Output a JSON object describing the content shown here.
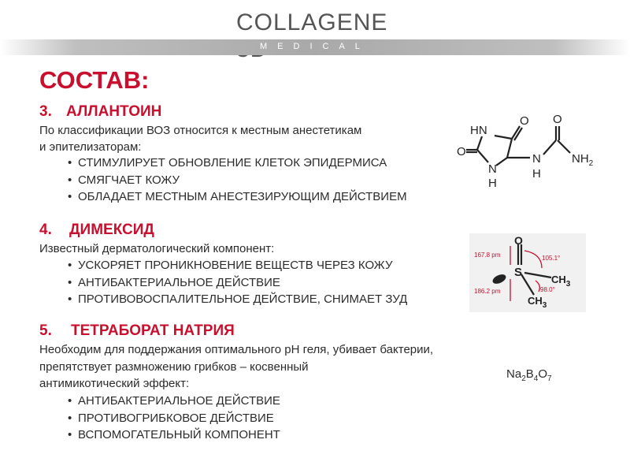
{
  "brand": {
    "name": "COLLAGENE 3D",
    "subline": "MEDICAL"
  },
  "title": "СОСТАВ:",
  "sections": [
    {
      "number": "3.",
      "heading": "АЛЛАНТОИН",
      "description_lines": [
        "По классификации ВОЗ относится к местным анестетикам",
        "и эпителизаторам:"
      ],
      "bullets": [
        "СТИМУЛИРУЕТ ОБНОВЛЕНИЕ КЛЕТОК ЭПИДЕРМИСА",
        "СМЯГЧАЕТ КОЖУ",
        "ОБЛАДАЕТ МЕСТНЫМ АНЕСТЕЗИРУЮЩИМ ДЕЙСТВИЕМ"
      ],
      "structure_labels": [
        "HN",
        "O",
        "O",
        "N",
        "N",
        "H",
        "H",
        "O",
        "NH2"
      ]
    },
    {
      "number": "4.",
      "heading": "ДИМЕКСИД",
      "description_lines": [
        "Известный дерматологический компонент:"
      ],
      "bullets": [
        "УСКОРЯЕТ ПРОНИКНОВЕНИЕ ВЕЩЕСТВ ЧЕРЕЗ КОЖУ",
        "АНТИБАКТЕРИАЛЬНОЕ ДЕЙСТВИЕ",
        "ПРОТИВОВОСПАЛИТЕЛЬНОЕ ДЕЙСТВИЕ, СНИМАЕТ ЗУД"
      ],
      "structure_labels": [
        "O",
        "S",
        "CH3",
        "CH3",
        "167.8 pm",
        "105.1°",
        "98.0°",
        "186.2 pm"
      ]
    },
    {
      "number": "5.",
      "heading": "ТЕТРАБОРАТ НАТРИЯ",
      "description_lines": [
        "Необходим для поддержания оптимального рН геля, убивает бактерии,",
        "препятствует размножению грибков – косвенный",
        "антимикотический эффект:"
      ],
      "bullets": [
        "АНТИБАКТЕРИАЛЬНОЕ ДЕЙСТВИЕ",
        "ПРОТИВОГРИБКОВОЕ ДЕЙСТВИЕ",
        "ВСПОМОГАТЕЛЬНЫЙ КОМПОНЕНТ"
      ],
      "formula": {
        "na": "Na",
        "na_sub": "2",
        "b": "B",
        "b_sub": "4",
        "o": "O",
        "o_sub": "7"
      }
    }
  ],
  "colors": {
    "accent": "#c8102e",
    "text": "#2b2b2b",
    "band": "#a9a9a9",
    "brand": "#555555"
  }
}
